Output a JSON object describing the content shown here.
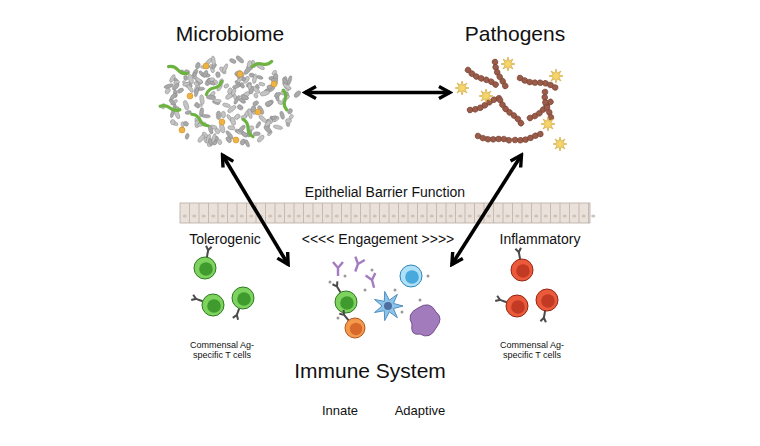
{
  "diagram": {
    "nodes": [
      {
        "text": [
          "Microbiome"
        ]
      },
      {
        "text": [
          "Pathogens"
        ]
      },
      {
        "text": [
          "Immune System"
        ]
      }
    ],
    "edges": [
      {
        "from": 0,
        "to": 1,
        "arrow": "both"
      },
      {
        "from": 0,
        "to": 2,
        "arrow": "both"
      },
      {
        "from": 1,
        "to": 2,
        "arrow": "both"
      }
    ],
    "labels": [
      "Epithelial Barrier Function",
      "Tolerogenic",
      "<<<< Engagement >>>>",
      "Inflammatory",
      "Commensal Ag-specific T cells",
      "Commensal Ag-specific T cells",
      "Innate",
      "Adaptive"
    ]
  }
}
